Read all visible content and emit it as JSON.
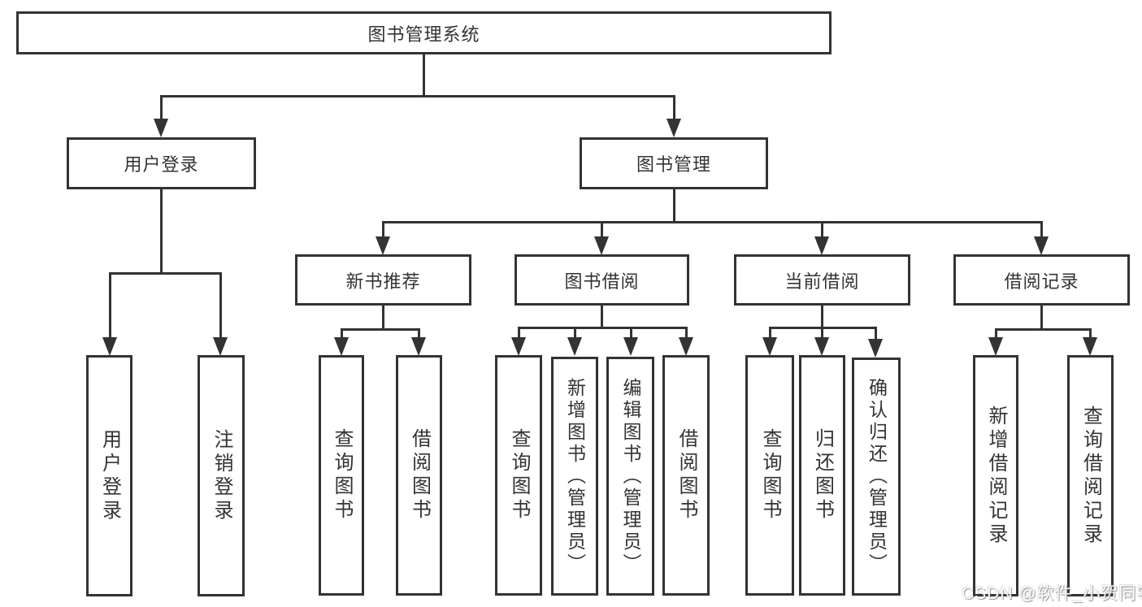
{
  "diagram": {
    "root": {
      "label": "图书管理系统"
    },
    "level1": [
      {
        "label": "用户登录"
      },
      {
        "label": "图书管理"
      }
    ],
    "level2": [
      {
        "label": "新书推荐"
      },
      {
        "label": "图书借阅"
      },
      {
        "label": "当前借阅"
      },
      {
        "label": "借阅记录"
      }
    ],
    "leaves": {
      "user_login": [
        "用户登录",
        "注销登录"
      ],
      "new_book": [
        "查询图书",
        "借阅图书"
      ],
      "book_borrow": [
        "查询图书",
        "新增图书（管理员）",
        "编辑图书（管理员）",
        "借阅图书"
      ],
      "current_borrow": [
        "查询图书",
        "归还图书",
        "确认归还（管理员）"
      ],
      "borrow_records": [
        "新增借阅记录",
        "查询借阅记录"
      ]
    }
  },
  "watermark": {
    "text": "CSDN @软件_小贺同学"
  },
  "colors": {
    "line": "#333333",
    "box_border": "#333333",
    "background": "#ffffff",
    "text": "#333333",
    "watermark_text": "#ffffff"
  }
}
